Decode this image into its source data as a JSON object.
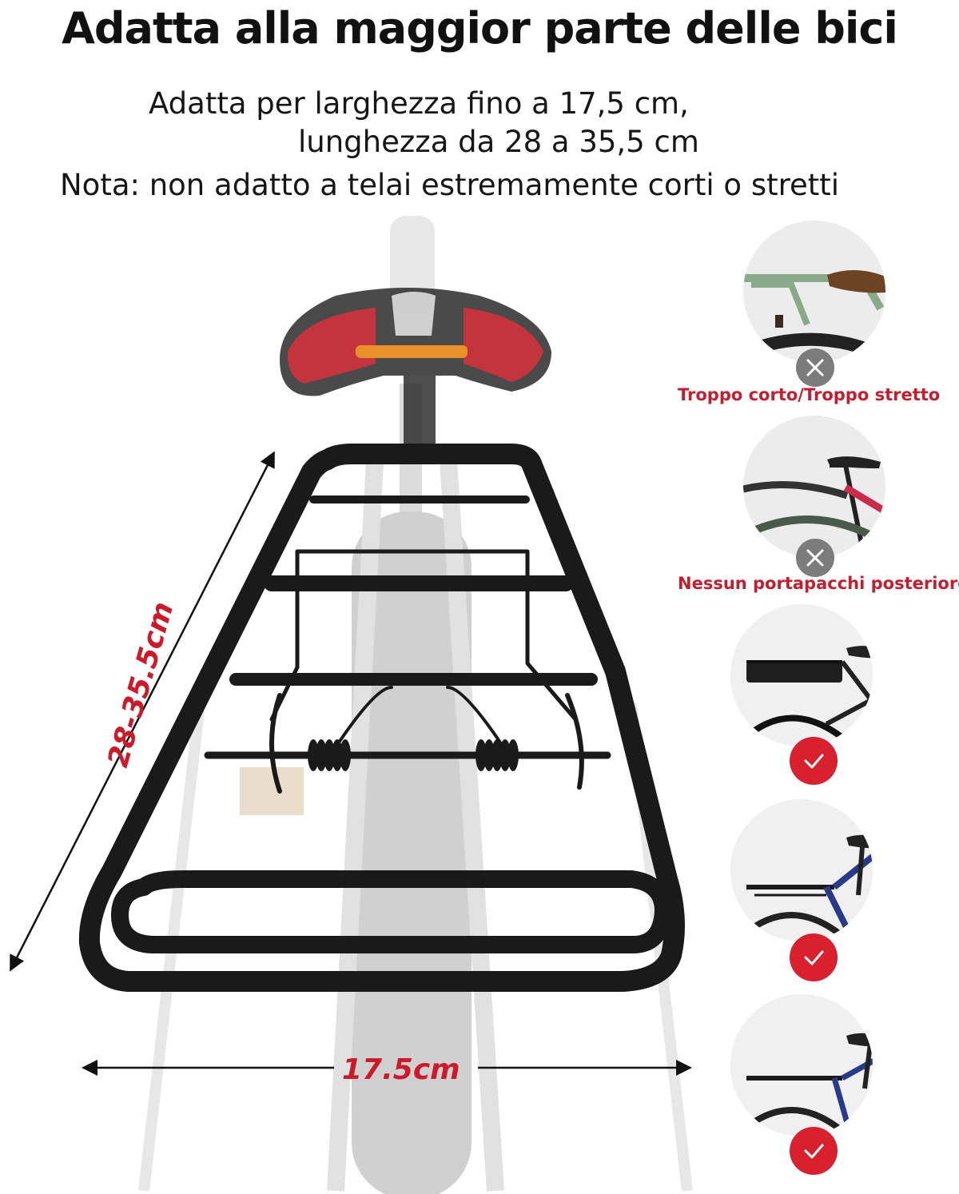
{
  "header": {
    "title": "Adatta alla maggior parte delle bici",
    "line1": "Adatta per larghezza fino a 17,5 cm,",
    "line2": "lunghezza da 28 a 35,5 cm",
    "line3": "Nota: non adatto a telai estremamente corti o stretti"
  },
  "dimensions": {
    "width_label": "17.5cm",
    "length_label": "28-35.5cm",
    "label_color": "#cc1a2a"
  },
  "compatibility": [
    {
      "caption": "Troppo corto/Troppo stretto",
      "status": "not-compatible",
      "icon": "close-icon"
    },
    {
      "caption": "Nessun portapacchi posteriore",
      "status": "not-compatible",
      "icon": "close-icon"
    },
    {
      "caption": "",
      "status": "compatible",
      "icon": "check-icon"
    },
    {
      "caption": "",
      "status": "compatible",
      "icon": "check-icon"
    },
    {
      "caption": "",
      "status": "compatible",
      "icon": "check-icon"
    }
  ],
  "colors": {
    "accent": "#d8202e",
    "caption": "#c41e2e",
    "rack": "#1a1a1a",
    "badge_x": "#7c7c7c"
  }
}
